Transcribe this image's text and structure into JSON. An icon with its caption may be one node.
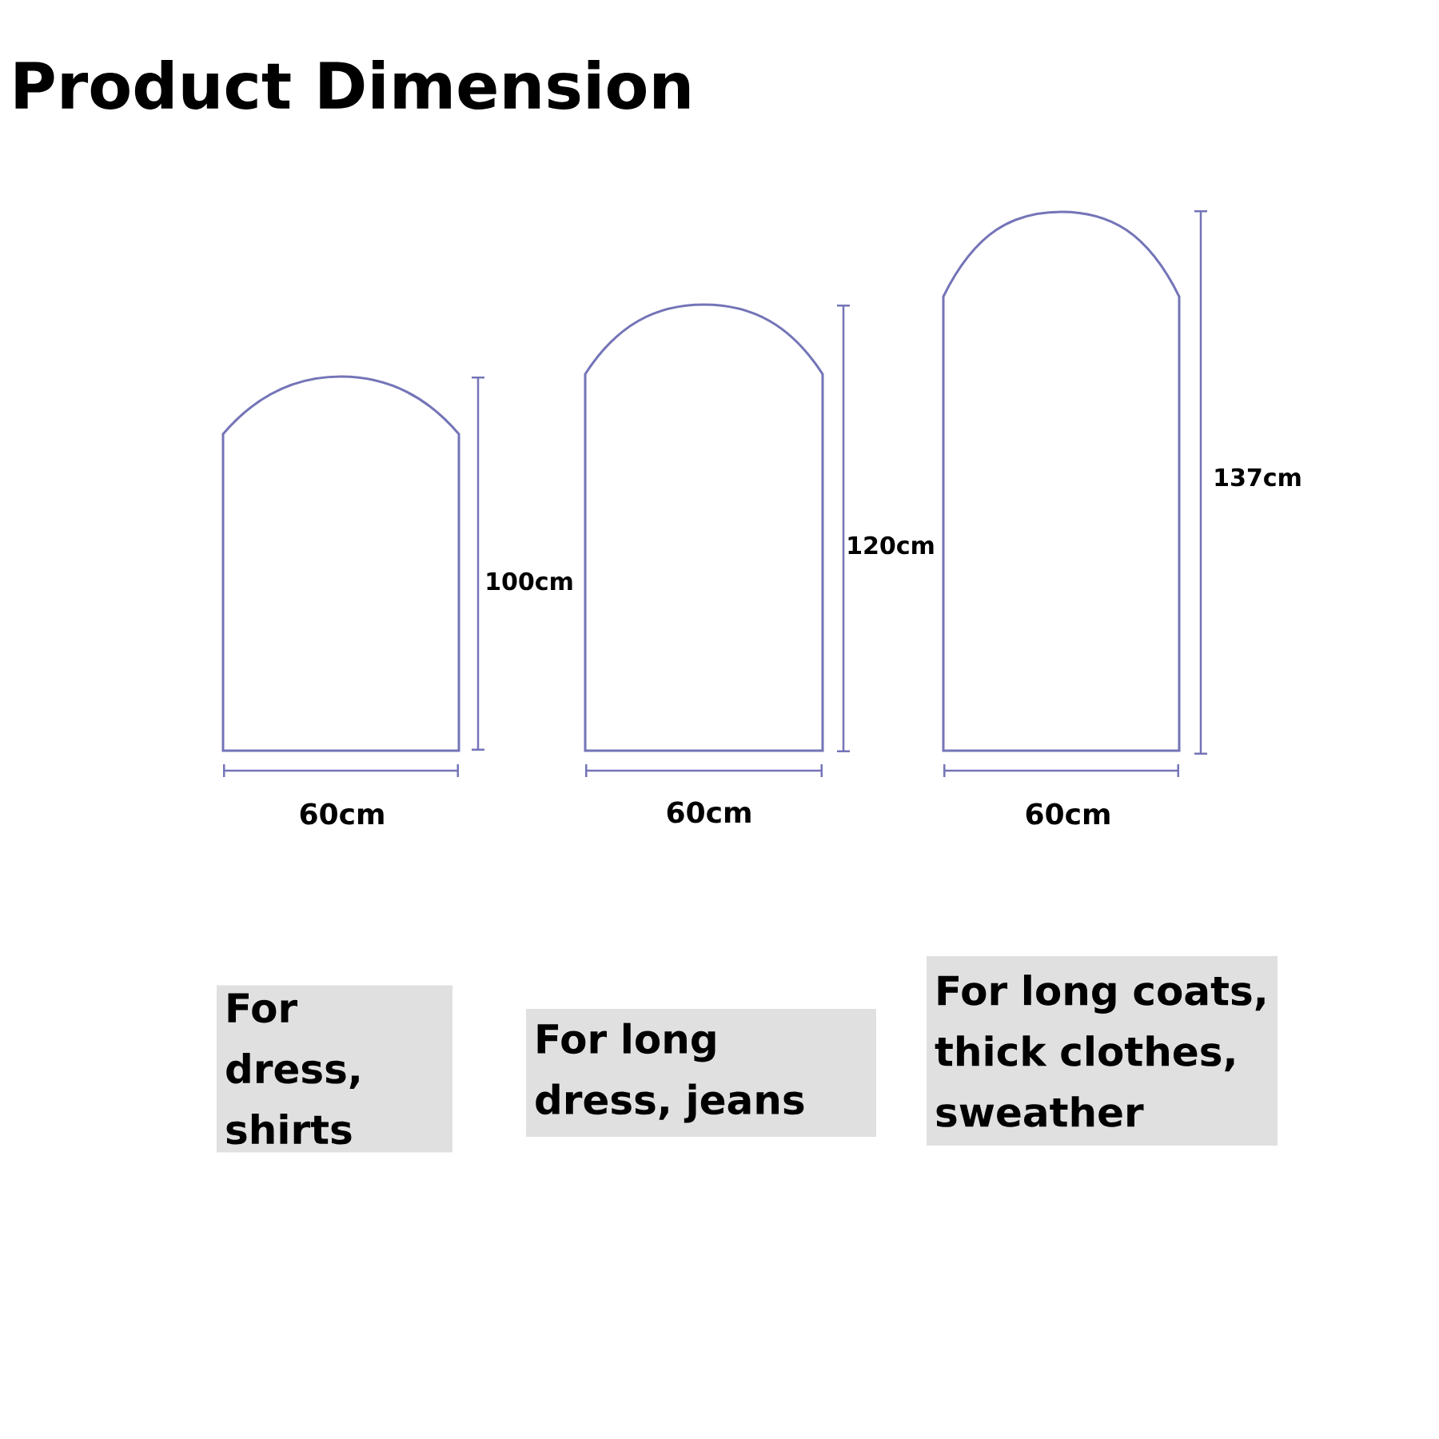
{
  "diagram": {
    "title": "Product Dimension",
    "nodes": [
      {
        "text": [],
        "shape": "arch"
      },
      {
        "text": [],
        "shape": "arch"
      },
      {
        "text": [],
        "shape": "arch"
      },
      {
        "text": [
          "For dress, shirts"
        ]
      },
      {
        "text": [
          "For long dress, jeans"
        ]
      },
      {
        "text": [
          "For long coats, thick clothes, sweather"
        ]
      }
    ],
    "labels": [
      "100cm",
      "60cm",
      "120cm",
      "60cm",
      "137cm",
      "60cm"
    ]
  }
}
